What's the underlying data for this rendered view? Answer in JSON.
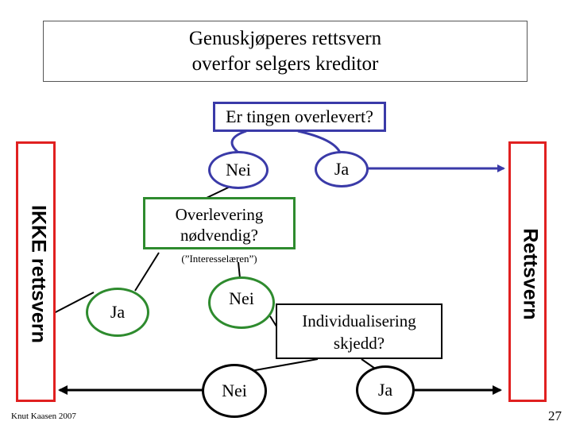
{
  "title": {
    "line1": "Genuskjøperes rettsvern",
    "line2": "overfor selgers kreditor"
  },
  "question1": "Er tingen overlevert?",
  "q1_no": "Nei",
  "q1_yes": "Ja",
  "question2": {
    "line1": "Overlevering",
    "line2": "nødvendig?"
  },
  "question2_note": "(”Interesselæren”)",
  "q2_yes": "Ja",
  "q2_no": "Nei",
  "question3": {
    "line1": "Individualisering",
    "line2": "skjedd?"
  },
  "q3_no": "Nei",
  "q3_yes": "Ja",
  "outcome_left": "IKKE rettsvern",
  "outcome_right": "Rettsvern",
  "credit": "Knut Kaasen 2007",
  "page_number": "27",
  "colors": {
    "blue": "#3a3aa8",
    "green": "#2e8b2e",
    "red": "#e02020"
  }
}
